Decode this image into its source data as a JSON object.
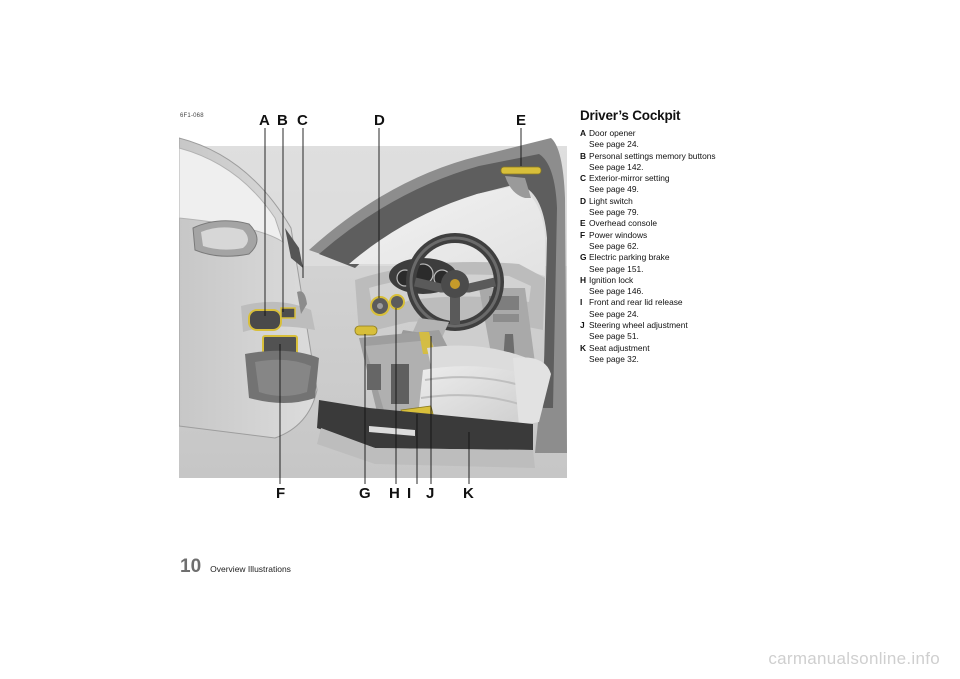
{
  "figure": {
    "code": "6F1-068",
    "callouts_top": [
      "A",
      "B",
      "C",
      "D",
      "E"
    ],
    "callouts_bottom": [
      "F",
      "G",
      "H",
      "I",
      "J",
      "K"
    ]
  },
  "legend": {
    "title": "Driver’s Cockpit",
    "items": [
      {
        "key": "A",
        "label": "Door opener",
        "ref": "See page 24."
      },
      {
        "key": "B",
        "label": "Personal settings memory buttons",
        "ref": "See page 142."
      },
      {
        "key": "C",
        "label": "Exterior-mirror setting",
        "ref": "See page 49."
      },
      {
        "key": "D",
        "label": "Light switch",
        "ref": "See page 79."
      },
      {
        "key": "E",
        "label": "Overhead console",
        "ref": ""
      },
      {
        "key": "F",
        "label": "Power windows",
        "ref": "See page 62."
      },
      {
        "key": "G",
        "label": "Electric parking brake",
        "ref": "See page 151."
      },
      {
        "key": "H",
        "label": "Ignition lock",
        "ref": "See page 146."
      },
      {
        "key": "I",
        "label": "Front and rear lid release",
        "ref": "See page 24."
      },
      {
        "key": "J",
        "label": "Steering wheel adjustment",
        "ref": "See page 51."
      },
      {
        "key": "K",
        "label": "Seat adjustment",
        "ref": "See page 32."
      }
    ]
  },
  "footer": {
    "page_number": "10",
    "section": "Overview Illustrations"
  },
  "watermark": "carmanualsonline.info",
  "colors": {
    "highlight": "#d8bf3a",
    "page_number": "#6f6f6f",
    "watermark": "#cfcfcf"
  }
}
